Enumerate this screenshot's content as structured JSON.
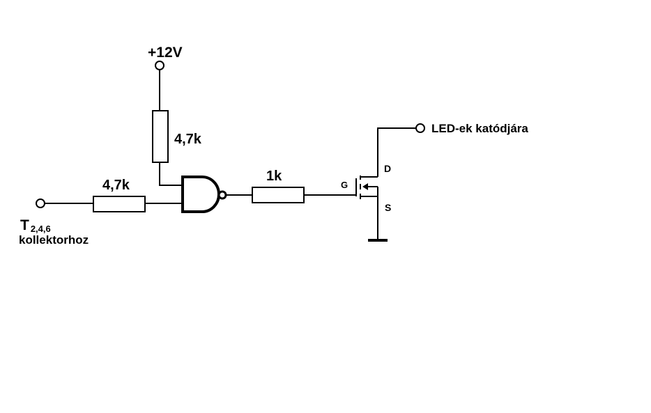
{
  "labels": {
    "vcc": "+12V",
    "r_pullup": "4,7k",
    "r_input": "4,7k",
    "r_gate": "1k",
    "input_main": "T",
    "input_sub": "2,4,6",
    "input_desc": "kollektorhoz",
    "output": "LED-ek katódjára",
    "gate_pin": "G",
    "drain_pin": "D",
    "source_pin": "S"
  }
}
